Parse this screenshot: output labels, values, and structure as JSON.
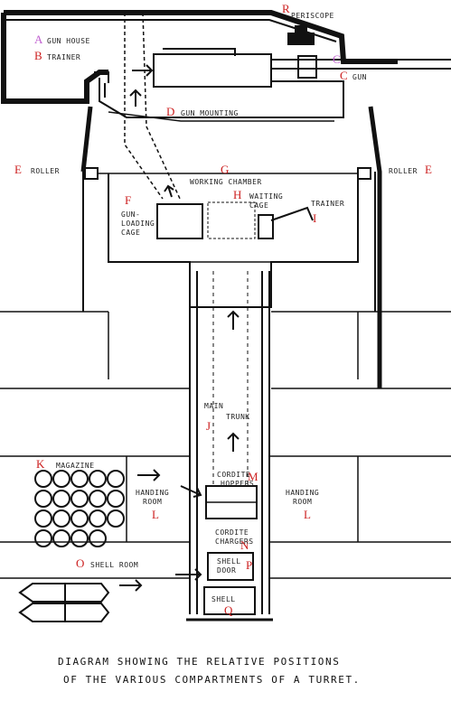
{
  "letters": {
    "A": "A",
    "B": "B",
    "C1": "C",
    "C2": "C",
    "D": "D",
    "E1": "E",
    "E2": "E",
    "F": "F",
    "G": "G",
    "H": "H",
    "I": "I",
    "J": "J",
    "K": "K",
    "L1": "L",
    "L2": "L",
    "M": "M",
    "N": "N",
    "O": "O",
    "P": "P",
    "Q": "Q",
    "R": "R"
  },
  "labels": {
    "periscope": "PERISCOPE",
    "gun_house": "GUN HOUSE",
    "trainer_top": "TRAINER",
    "gun": "GUN",
    "gun_mounting": "GUN MOUNTING",
    "roller_left": "ROLLER",
    "roller_right": "ROLLER",
    "working_chamber": "WORKING CHAMBER",
    "gun_loading_cage_1": "GUN-",
    "gun_loading_cage_2": "LOADING",
    "gun_loading_cage_3": "CAGE",
    "waiting_cage_1": "WAITING",
    "waiting_cage_2": "CAGE",
    "trainer_right": "TRAINER",
    "main_trunk_1": "MAIN",
    "main_trunk_2": "TRUNK",
    "magazine": "MAGAZINE",
    "handling_room_left_1": "HANDING",
    "handling_room_left_2": "ROOM",
    "handling_room_right_1": "HANDING",
    "handling_room_right_2": "ROOM",
    "cordite_hoppers_1": "CORDITE",
    "cordite_hoppers_2": "HOPPERS",
    "cordite_chargers_1": "CORDITE",
    "cordite_chargers_2": "CHARGERS",
    "shell_room": "SHELL ROOM",
    "shell_door_1": "SHELL",
    "shell_door_2": "DOOR",
    "shell_bottom": "SHELL"
  },
  "caption": {
    "line1": "DIAGRAM SHOWING THE RELATIVE POSITIONS",
    "line2": "OF THE VARIOUS COMPARTMENTS OF A TURRET."
  },
  "colors": {
    "letter_red": "#cc1f1f",
    "letter_purple": "#c05fd0",
    "ink": "#111111"
  }
}
